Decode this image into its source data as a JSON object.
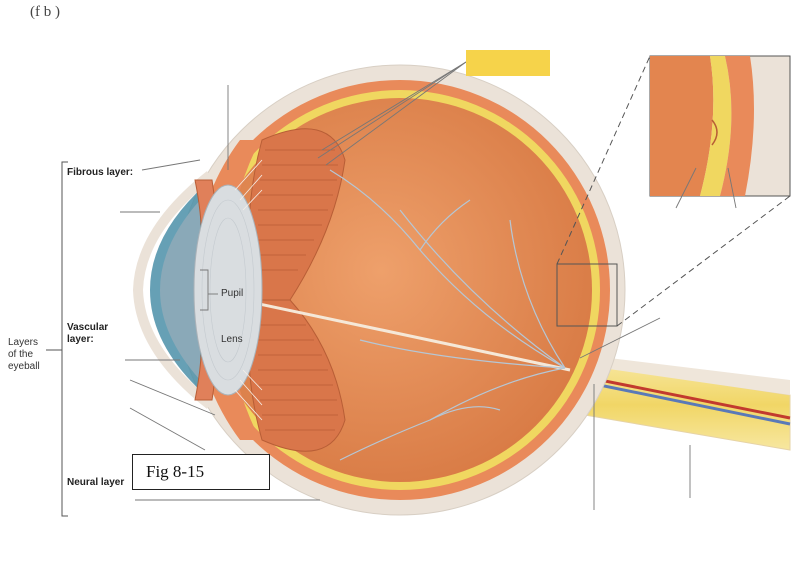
{
  "header": {
    "partial_text": "(f       b            )"
  },
  "labels": {
    "fibrous_layer": "Fibrous layer:",
    "vascular_layer_line1": "Vascular",
    "vascular_layer_line2": "layer:",
    "neural_layer": "Neural layer",
    "layers_line1": "Layers",
    "layers_line2": "of the",
    "layers_line3": "eyeball",
    "pupil": "Pupil",
    "lens": "Lens"
  },
  "caption": {
    "text": "Fig 8-15"
  },
  "colors": {
    "sclera": "#ebe2d8",
    "choroid": "#e98a5a",
    "retina_yellow": "#f0d760",
    "vitreous": "#e28650",
    "cornea_blue": "#4b8fa8",
    "lens": "#d9dde0",
    "answer_box": "#f6d34a"
  }
}
